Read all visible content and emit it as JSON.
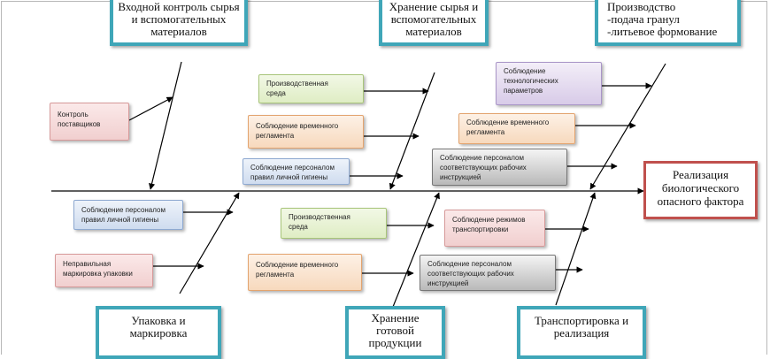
{
  "effect": {
    "label": "Реализация\nбиологического\nопасного фактора"
  },
  "categories": [
    {
      "id": "input-control",
      "label": "Входной контроль сырья\nи вспомогательных\nматериалов"
    },
    {
      "id": "raw-storage",
      "label": "Хранение сырья и\nвспомогательных\nматериалов"
    },
    {
      "id": "production",
      "label": "Производство\n-подача гранул\n-литьевое формование"
    },
    {
      "id": "packaging",
      "label": "Упаковка и\nмаркировка"
    },
    {
      "id": "product-storage",
      "label": "Хранение\nготовой\nпродукции"
    },
    {
      "id": "transport",
      "label": "Транспортировка и\nреализация"
    }
  ],
  "causes": [
    {
      "id": "supplier-control",
      "label": "Контроль\nпоставщиков",
      "color": "#f1cfcf"
    },
    {
      "id": "production-env-top",
      "label": "Производственная\nсреда",
      "color": "#dfedc4"
    },
    {
      "id": "time-reg-top",
      "label": "Соблюдение временного\nрегламента",
      "color": "#f7d9bd"
    },
    {
      "id": "hygiene-top",
      "label": "Соблюдение  персоналом\nправил личной гигиены",
      "color": "#cfdcef"
    },
    {
      "id": "tech-params",
      "label": "Соблюдение\nтехнологических\nпараметров",
      "color": "#d8cbe8"
    },
    {
      "id": "time-reg-prod",
      "label": "Соблюдение временного\nрегламента",
      "color": "#f7d9bd"
    },
    {
      "id": "work-instr-top",
      "label": "Соблюдение  персоналом\nсоответствующих рабочих\nинструкцией",
      "color": "#b9b9b9"
    },
    {
      "id": "hygiene-bottom",
      "label": "Соблюдение  персоналом\nправил личной гигиены",
      "color": "#cfdcef"
    },
    {
      "id": "wrong-marking",
      "label": "Неправильная\nмаркировка  упаковки",
      "color": "#f1cfcf"
    },
    {
      "id": "production-env-bottom",
      "label": "Производственная\nсреда",
      "color": "#dfedc4"
    },
    {
      "id": "time-reg-bottom",
      "label": "Соблюдение временного\nрегламента",
      "color": "#f7d9bd"
    },
    {
      "id": "transport-modes",
      "label": "Соблюдение  режимов\nтранспортировки",
      "color": "#f1cfcf"
    },
    {
      "id": "work-instr-bottom",
      "label": "Соблюдение  персоналом\nсоответствующих рабочих\nинструкцией",
      "color": "#b9b9b9"
    }
  ],
  "colors": {
    "category_border": "#3fa6b8",
    "effect_border": "#c0504d",
    "line": "#000000"
  }
}
